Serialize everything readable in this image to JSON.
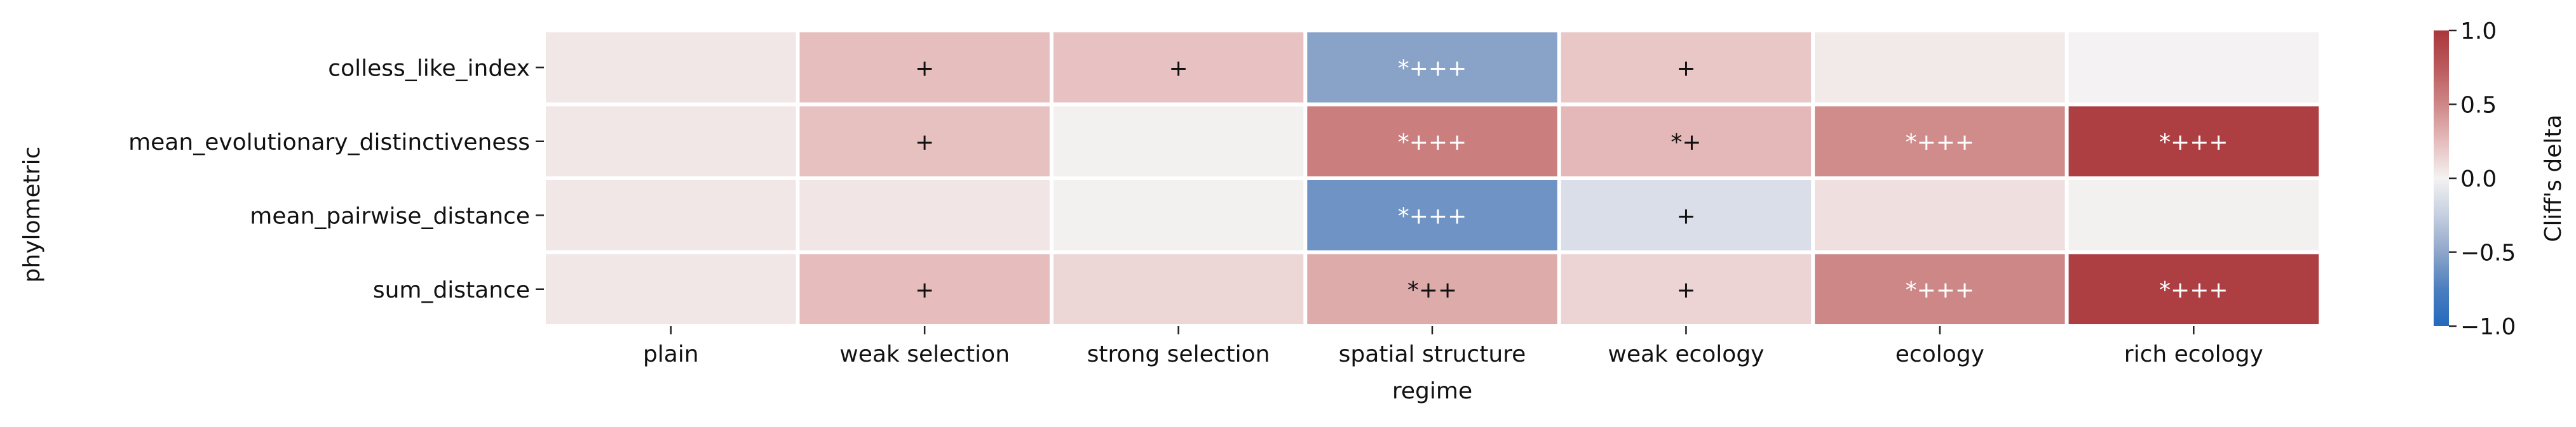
{
  "chart_data": {
    "type": "heatmap",
    "title": "",
    "xlabel": "regime",
    "ylabel": "phylometric",
    "x_categories": [
      "plain",
      "weak selection",
      "strong selection",
      "spatial structure",
      "weak ecology",
      "ecology",
      "rich ecology"
    ],
    "y_categories": [
      "colless_like_index",
      "mean_evolutionary_distinctiveness",
      "mean_pairwise_distance",
      "sum_distance"
    ],
    "values": [
      [
        0.05,
        0.24,
        0.22,
        -0.52,
        0.2,
        0.04,
        0.0
      ],
      [
        0.05,
        0.23,
        0.01,
        0.55,
        0.27,
        0.48,
        0.95
      ],
      [
        0.05,
        0.06,
        0.01,
        -0.62,
        -0.14,
        0.09,
        0.01
      ],
      [
        0.05,
        0.25,
        0.13,
        0.33,
        0.14,
        0.5,
        0.95
      ]
    ],
    "annotations": [
      [
        "",
        "+",
        "+",
        "*+++",
        "+",
        "",
        ""
      ],
      [
        "",
        "+",
        "",
        "*+++",
        "*+",
        "*+++",
        "*+++"
      ],
      [
        "",
        "",
        "",
        "*+++",
        "+",
        "",
        ""
      ],
      [
        "",
        "+",
        "",
        "*++",
        "+",
        "*+++",
        "*+++"
      ]
    ],
    "colorbar": {
      "label": "Cliff's delta",
      "range": [
        -1.0,
        1.0
      ],
      "ticks": [
        "-1.0",
        "-0.5",
        "0.0",
        "0.5",
        "1.0"
      ],
      "colormap": "vlag",
      "stops": [
        [
          -1.0,
          "#2369bd"
        ],
        [
          -0.75,
          "#4b7ebf"
        ],
        [
          -0.5,
          "#8ea6c9"
        ],
        [
          -0.25,
          "#c5cfe0"
        ],
        [
          0.0,
          "#f4f2f2"
        ],
        [
          0.25,
          "#e6bcbc"
        ],
        [
          0.5,
          "#ce8787"
        ],
        [
          0.75,
          "#bb5a5c"
        ],
        [
          1.0,
          "#a9373b"
        ]
      ]
    }
  }
}
